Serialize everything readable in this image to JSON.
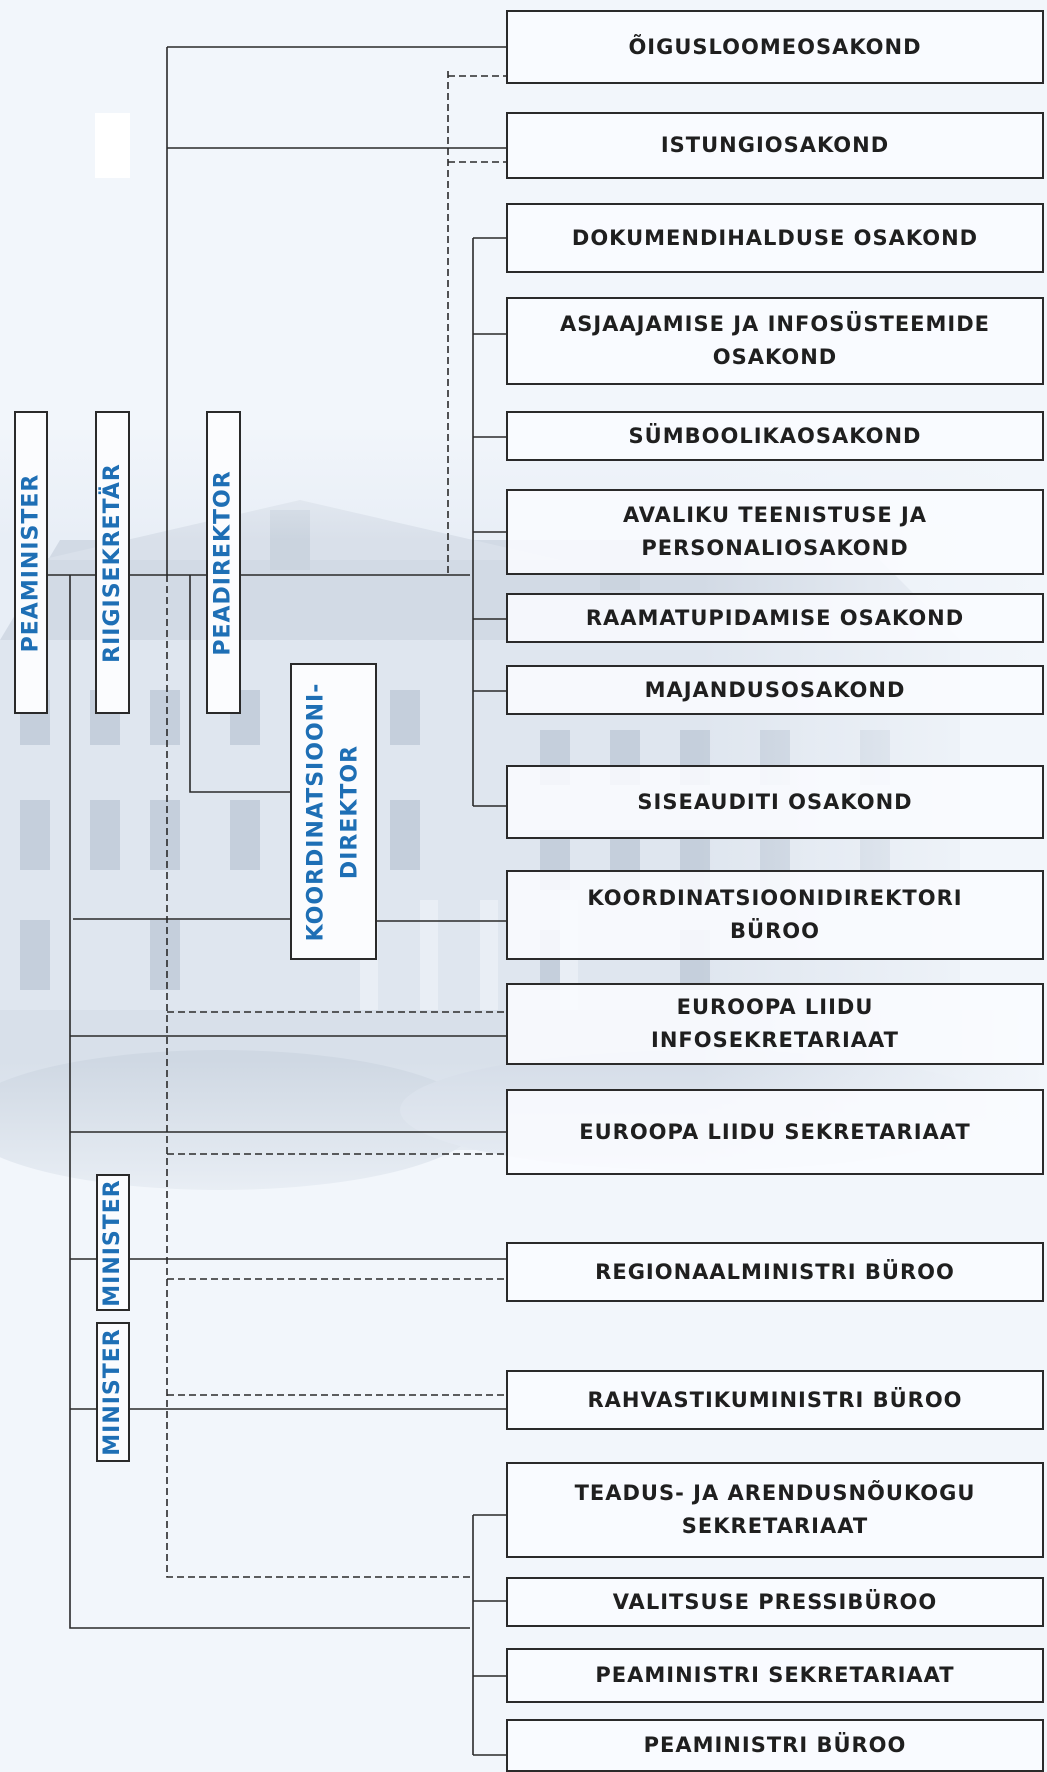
{
  "colors": {
    "background": "#f2f6fb",
    "label_blue": "#1e6fb5",
    "line": "#2a2a2a",
    "text": "#1f1f1f"
  },
  "roles": {
    "peaminister": "PEAMINISTER",
    "riigisekretar": "RIIGISEKRETÄR",
    "peadirektor": "PEADIREKTOR",
    "koordinatsioonidirektor": "KOORDINATSIOONI-\nDIREKTOR",
    "minister_1": "MINISTER",
    "minister_2": "MINISTER"
  },
  "departments": [
    "ÕIGUSLOOMEOSAKOND",
    "ISTUNGIOSAKOND",
    "DOKUMENDIHALDUSE OSAKOND",
    "ASJAAJAMISE JA INFOSÜSTEEMIDE\nOSAKOND",
    "SÜMBOOLIKAOSAKOND",
    "AVALIKU TEENISTUSE JA\nPERSONALIOSAKOND",
    "RAAMATUPIDAMISE OSAKOND",
    "MAJANDUSOSAKOND",
    "SISEAUDITI OSAKOND",
    "KOORDINATSIOONIDIREKTORI\nBÜROO",
    "EUROOPA LIIDU\nINFOSEKRETARIAAT",
    "EUROOPA LIIDU SEKRETARIAAT",
    "REGIONAALMINISTRI BÜROO",
    "RAHVASTIKUMINISTRI BÜROO",
    "TEADUS- JA ARENDUSNÕUKOGU\nSEKRETARIAAT",
    "VALITSUSE PRESSIBÜROO",
    "PEAMINISTRI SEKRETARIAAT",
    "PEAMINISTRI BÜROO"
  ]
}
